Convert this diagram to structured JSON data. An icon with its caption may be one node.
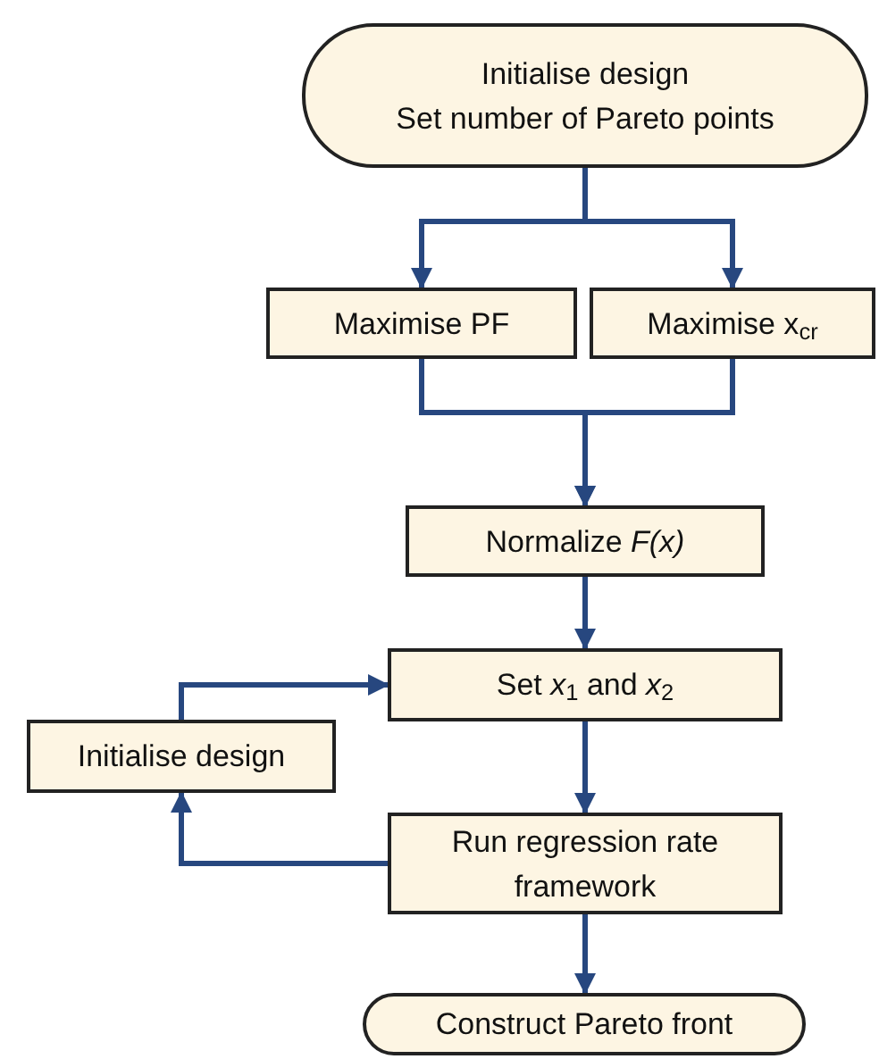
{
  "diagram": {
    "nodes": [
      {
        "text": [
          "Initialise design",
          "Set number of Pareto points"
        ]
      },
      {
        "text": [
          "Maximise PF"
        ]
      },
      {
        "text": [
          "Maximise x$_{cr}$"
        ]
      },
      {
        "text": [
          "Normalize *F(x)*"
        ]
      },
      {
        "text": [
          "Set *x*$_{1}$ and *x*$_{2}$"
        ]
      },
      {
        "text": [
          "Initialise design"
        ]
      },
      {
        "text": [
          "Run regression rate framework"
        ]
      },
      {
        "text": [
          "Construct Pareto front"
        ]
      }
    ],
    "edges": [
      {
        "from": 0,
        "to": 1,
        "arrow": "to"
      },
      {
        "from": 0,
        "to": 2,
        "arrow": "to"
      },
      {
        "from": 1,
        "to": 3,
        "arrow": "to"
      },
      {
        "from": 2,
        "to": 3,
        "arrow": "to"
      },
      {
        "from": 3,
        "to": 4,
        "arrow": "to"
      },
      {
        "from": 4,
        "to": 6,
        "arrow": "to"
      },
      {
        "from": 6,
        "to": 5,
        "arrow": "to"
      },
      {
        "from": 5,
        "to": 4,
        "arrow": "to"
      },
      {
        "from": 6,
        "to": 7,
        "arrow": "to"
      }
    ]
  }
}
